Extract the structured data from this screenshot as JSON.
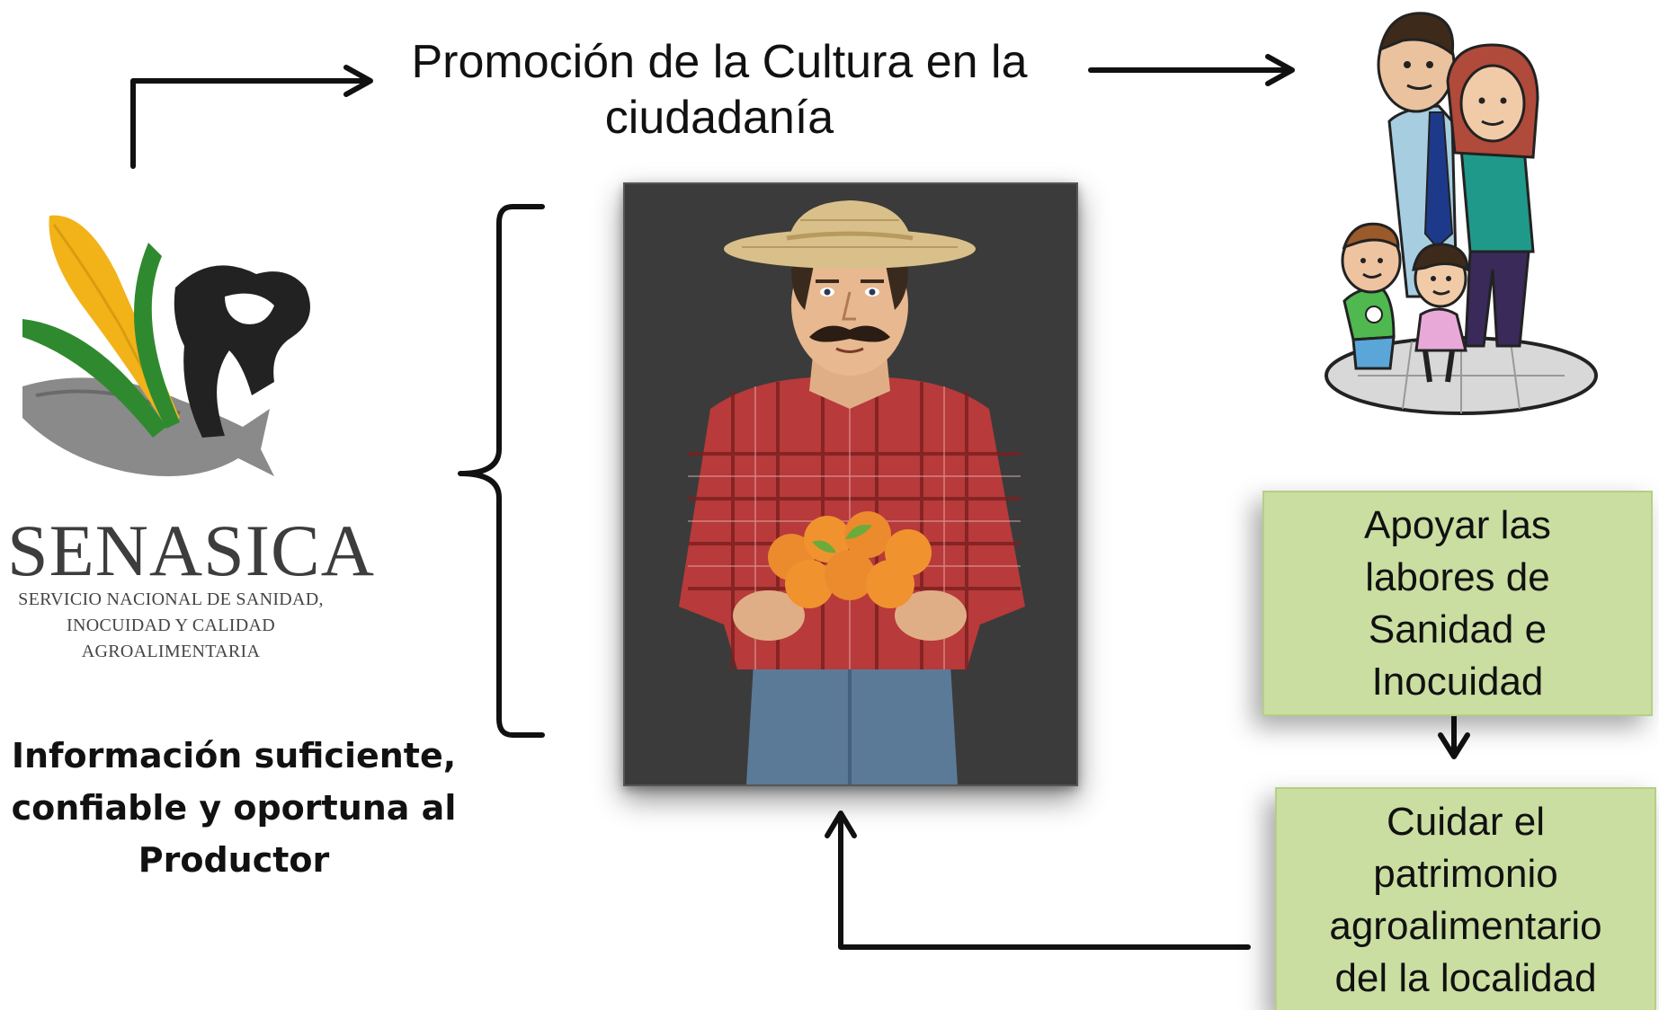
{
  "title": "Promoción de la Cultura en la ciudadanía",
  "logo": {
    "wordmark": "SENASICA",
    "subtitle_lines": [
      "SERVICIO NACIONAL DE SANIDAD,",
      "INOCUIDAD Y CALIDAD",
      "AGROALIMENTARIA"
    ]
  },
  "info_text": "Información suficiente, confiable y oportuna al Productor",
  "boxes": {
    "support": "Apoyar las labores de Sanidad e Inocuidad",
    "care": "Cuidar el patrimonio agroalimentario del la localidad"
  },
  "colors": {
    "box_fill": "#c9dea0",
    "frame_bg": "#3b3b3b",
    "arrow": "#111111"
  },
  "illustrations": {
    "farmer": "farmer-with-oranges",
    "family": "family-group"
  }
}
